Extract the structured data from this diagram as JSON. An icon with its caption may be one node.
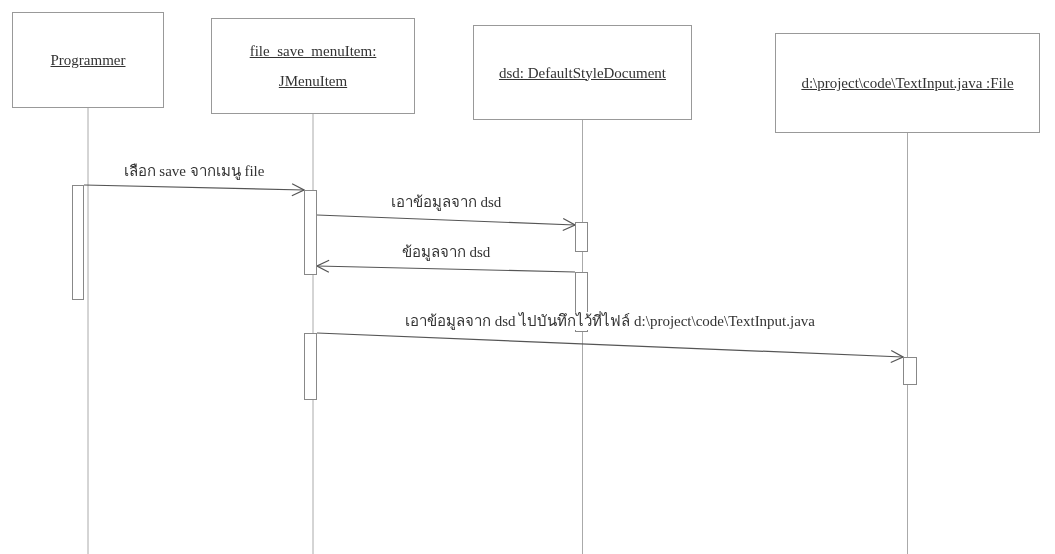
{
  "diagram": {
    "nodes": [
      {
        "text": [
          "Programmer"
        ]
      },
      {
        "text": [
          "file_save_menuItem: JMenuItem"
        ]
      },
      {
        "text": [
          "dsd: DefaultStyleDocument"
        ]
      },
      {
        "text": [
          "d:\\project\\code\\TextInput.java :File"
        ]
      },
      {
        "text": [],
        "shape": "bar"
      },
      {
        "text": [],
        "shape": "bar"
      },
      {
        "text": [],
        "shape": "bar"
      },
      {
        "text": [],
        "shape": "bar"
      },
      {
        "text": [],
        "shape": "bar"
      },
      {
        "text": [],
        "shape": "bar"
      }
    ],
    "edges": [
      {
        "from": 4,
        "to": 5,
        "arrow": "to",
        "label": "เลือก save จากเมนู file"
      },
      {
        "from": 5,
        "to": 6,
        "arrow": "to",
        "label": "เอาข้อมูลจาก dsd"
      },
      {
        "from": 7,
        "to": 5,
        "arrow": "to",
        "label": "ข้อมูลจาก dsd"
      },
      {
        "from": 8,
        "to": 9,
        "arrow": "to",
        "label": "เอาข้อมูลจาก dsd ไปบันทึกไว้ที่ไฟล์ d:\\project\\code\\TextInput.java"
      }
    ]
  }
}
